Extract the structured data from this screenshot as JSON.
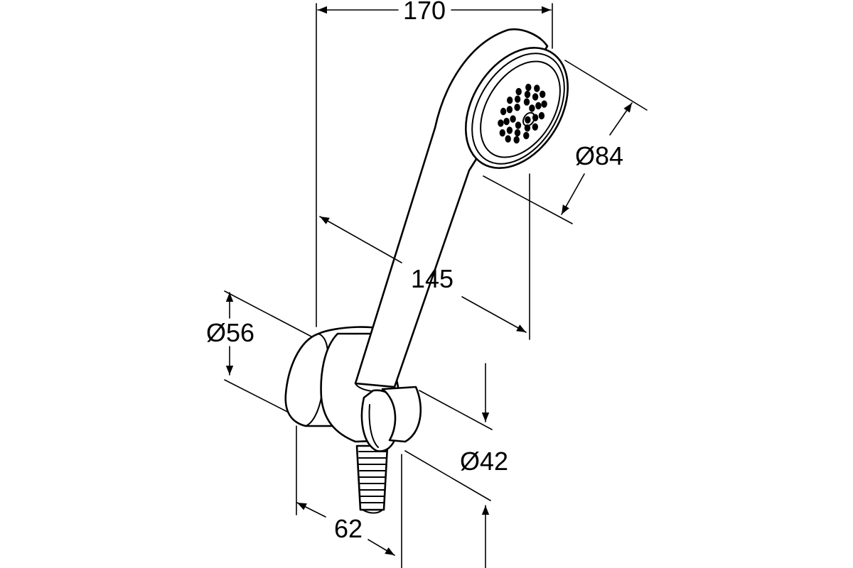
{
  "dimensions": {
    "overall_width": "170",
    "head_diameter": "Ø84",
    "handle_length": "145",
    "holder_diameter": "Ø56",
    "clip_diameter": "Ø42",
    "holder_depth": "62"
  },
  "colors": {
    "line": "#000000",
    "background": "#ffffff"
  }
}
